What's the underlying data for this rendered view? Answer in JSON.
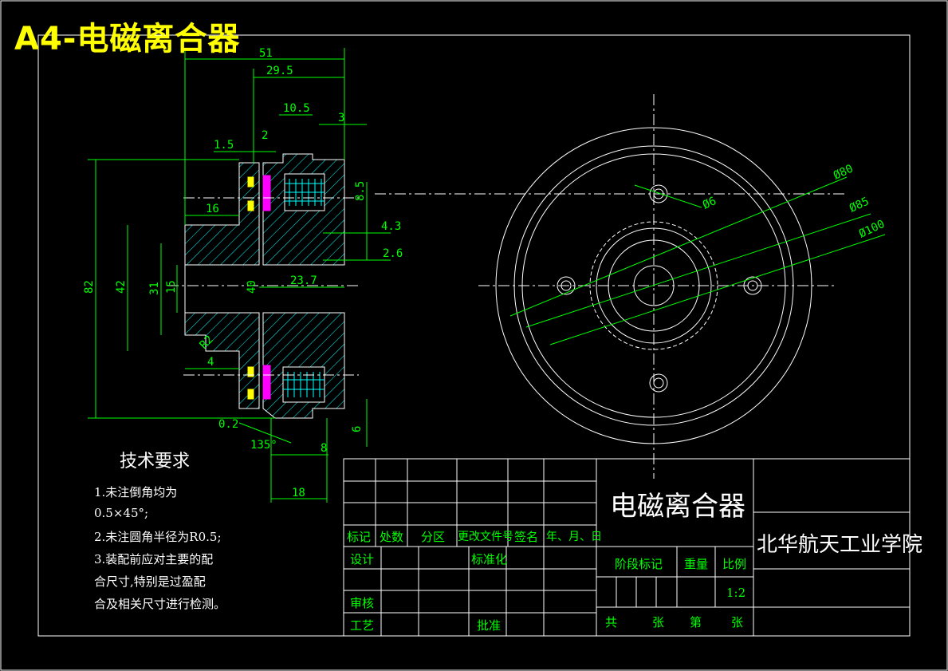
{
  "title": "A4-电磁离合器",
  "dimensions": {
    "d51": "51",
    "d29_5": "29.5",
    "d10_5": "10.5",
    "d3": "3",
    "d1_5": "1.5",
    "d2": "2",
    "d8_5": "8.5",
    "d4_3": "4.3",
    "d2_6": "2.6",
    "d16": "16",
    "d82": "82",
    "d42": "42",
    "d31": "31",
    "d15": "15",
    "d40": "40",
    "d23_7": "23.7",
    "dR2": "R2",
    "d4": "4",
    "d0_2": "0.2",
    "d135": "135°",
    "d8": "8",
    "d6b": "6",
    "d18": "18",
    "phi80": "Ø80",
    "phi6": "Ø6",
    "phi85": "Ø85",
    "phi100": "Ø100"
  },
  "technical_requirements": {
    "heading": "技术要求",
    "lines": [
      "1.未注倒角均为",
      "0.5×45°;",
      "2.未注圆角半径为R0.5;",
      "3.装配前应对主要的配",
      "合尺寸,特别是过盈配",
      "合及相关尺寸进行检测。"
    ]
  },
  "title_block": {
    "part_name": "电磁离合器",
    "organization": "北华航天工业学院",
    "cols": [
      "标记",
      "处数",
      "分区",
      "更改文件号",
      "签名",
      "年、月、日"
    ],
    "design": "设计",
    "standardization": "标准化",
    "review": "审核",
    "process": "工艺",
    "approve": "批准",
    "stage_mark": "阶段标记",
    "weight": "重量",
    "scale_label": "比例",
    "scale": "1:2",
    "total": "共",
    "sheet1": "张",
    "nth": "第",
    "sheet2": "张"
  },
  "colors": {
    "background": "#000000",
    "line": "#ffffff",
    "dimension": "#00ff00",
    "title": "#ffff00",
    "magenta": "#ff00ff",
    "yellow": "#ffff00",
    "hatch": "#00ffff"
  }
}
